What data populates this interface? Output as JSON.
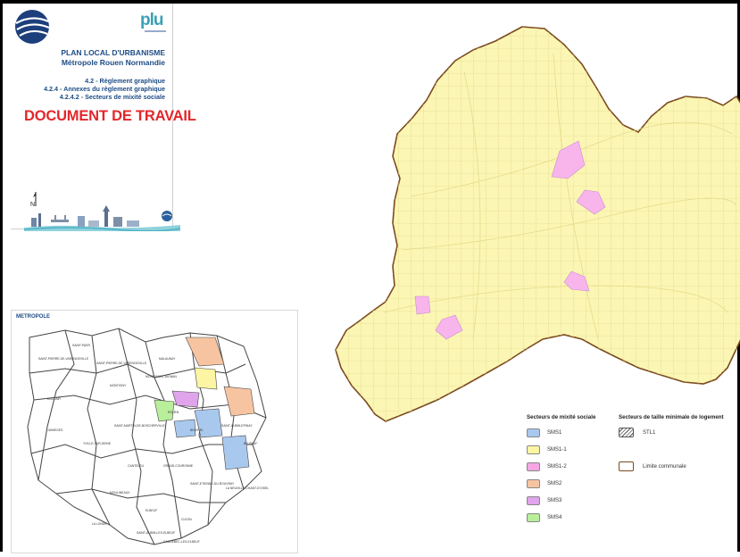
{
  "cover": {
    "logo_text": "plu",
    "title_line1": "PLAN LOCAL D'URBANISME",
    "title_line2": "Métropole Rouen Normandie",
    "sub_line1": "4.2 - Règlement graphique",
    "sub_line2": "4.2.4 - Annexes du règlement graphique",
    "sub_line3": "4.2.4.2 - Secteurs de mixité sociale",
    "stamp": "DOCUMENT DE TRAVAIL",
    "north_symbol": "north-arrow-icon"
  },
  "inset": {
    "title": "METROPOLE"
  },
  "legend": {
    "heading_mixite": "Secteurs de mixité sociale",
    "heading_taille": "Secteurs de taille minimale de logement",
    "items": [
      {
        "label": "SMS1",
        "color": "#a9c8ee"
      },
      {
        "label": "SMS1-1",
        "color": "#fbf5a4"
      },
      {
        "label": "SMS1-2",
        "color": "#f5a6e3"
      },
      {
        "label": "SMS2",
        "color": "#f7c4a2"
      },
      {
        "label": "SMS3",
        "color": "#e0a4ec"
      },
      {
        "label": "SMS4",
        "color": "#b9ee9b"
      }
    ],
    "stl_label": "STL1",
    "limite_label": "Limite communale"
  },
  "colors": {
    "commune_fill": "#fbf6b4",
    "commune_outline": "#7a4a1e",
    "sms_pink": "#f7b5ec",
    "stamp_red": "#e4262a"
  }
}
